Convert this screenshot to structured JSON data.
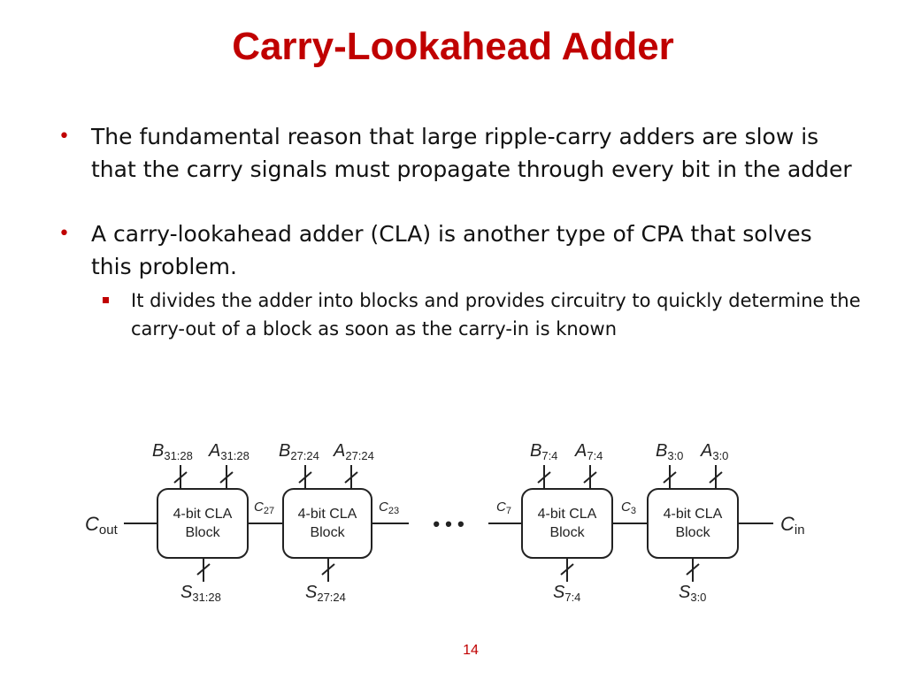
{
  "slide": {
    "title": "Carry-Lookahead Adder",
    "page_number": "14"
  },
  "bullets": [
    {
      "text": "The fundamental reason that large ripple-carry adders are slow is that the carry signals must propagate through every bit in the adder"
    },
    {
      "text": "A carry-lookahead adder (CLA) is another type of CPA that solves this problem."
    }
  ],
  "sub_bullets": [
    {
      "text": "It divides the adder into blocks and provides circuitry to quickly determine the carry-out of a block as soon as the carry-in is known"
    }
  ],
  "diagram": {
    "block_label_line1": "4-bit CLA",
    "block_label_line2": "Block",
    "ellipsis": "• • •",
    "cout": {
      "main": "C",
      "sub": "out"
    },
    "cin": {
      "main": "C",
      "sub": "in"
    },
    "blocks": [
      {
        "b_main": "B",
        "b_sub": "31:28",
        "a_main": "A",
        "a_sub": "31:28",
        "s_main": "S",
        "s_sub": "31:28"
      },
      {
        "b_main": "B",
        "b_sub": "27:24",
        "a_main": "A",
        "a_sub": "27:24",
        "s_main": "S",
        "s_sub": "27:24"
      },
      {
        "b_main": "B",
        "b_sub": "7:4",
        "a_main": "A",
        "a_sub": "7:4",
        "s_main": "S",
        "s_sub": "7:4"
      },
      {
        "b_main": "B",
        "b_sub": "3:0",
        "a_main": "A",
        "a_sub": "3:0",
        "s_main": "S",
        "s_sub": "3:0"
      }
    ],
    "carries": [
      {
        "main": "C",
        "sub": "27"
      },
      {
        "main": "C",
        "sub": "23"
      },
      {
        "main": "C",
        "sub": "7"
      },
      {
        "main": "C",
        "sub": "3"
      }
    ]
  },
  "colors": {
    "accent": "#c00000",
    "text": "#111111"
  }
}
